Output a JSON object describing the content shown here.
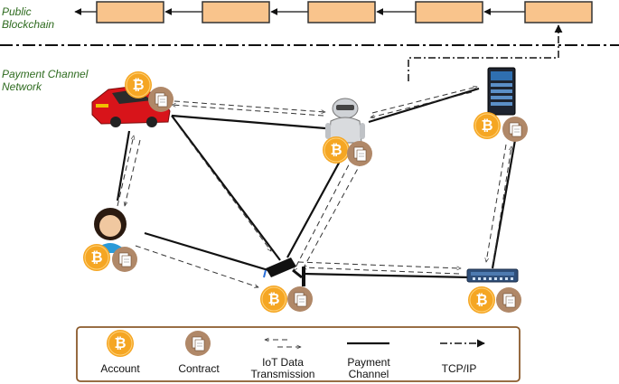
{
  "sections": {
    "blockchain_label_line1": "Public",
    "blockchain_label_line2": "Blockchain",
    "pcn_label_line1": "Payment Channel",
    "pcn_label_line2": "Network"
  },
  "blockchain": {
    "block_count": 5,
    "block_color": "#f9c48c",
    "block_border": "#333333"
  },
  "nodes": [
    {
      "name": "car",
      "icon": "red-car-icon"
    },
    {
      "name": "robot",
      "icon": "robot-icon"
    },
    {
      "name": "server",
      "icon": "server-icon"
    },
    {
      "name": "user",
      "icon": "user-avatar-icon"
    },
    {
      "name": "camera",
      "icon": "security-camera-icon"
    },
    {
      "name": "switch",
      "icon": "network-switch-icon"
    }
  ],
  "colors": {
    "account_coin": "#f5a623",
    "contract_badge": "#b08868",
    "legend_border": "#8b5a2b",
    "label_green": "#2e6b1f"
  },
  "legend": {
    "account": "Account",
    "contract": "Contract",
    "iot_line1": "IoT Data",
    "iot_line2": "Transmission",
    "payment_line1": "Payment",
    "payment_line2": "Channel",
    "tcpip": "TCP/IP"
  }
}
